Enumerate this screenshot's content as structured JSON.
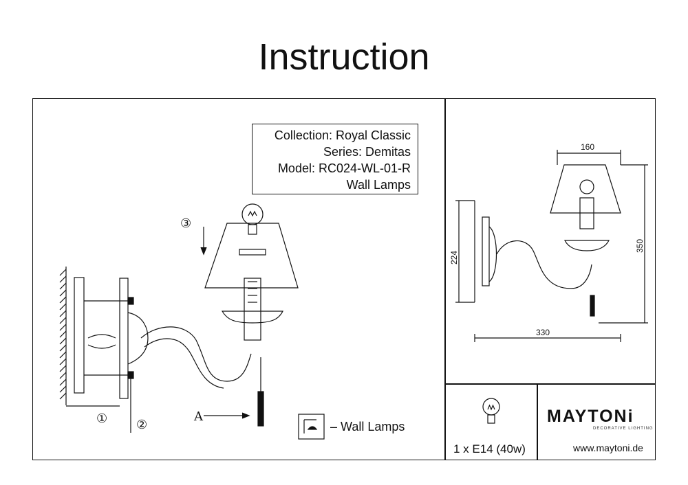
{
  "header": {
    "title": "Instruction"
  },
  "info": {
    "collection": "Collection: Royal Classic",
    "series": "Series: Demitas",
    "model": "Model: RC024-WL-01-R",
    "type": "Wall Lamps"
  },
  "legend": {
    "text": "– Wall Lamps"
  },
  "steps": {
    "one": "①",
    "two": "②",
    "three": "③",
    "a": "A"
  },
  "dimensions": {
    "shade_width": "160",
    "wall_height": "224",
    "total_height": "350",
    "depth": "330"
  },
  "bulb": {
    "spec": "1 x E14 (40w)"
  },
  "brand": {
    "name": "MAYTONi",
    "tagline": "DECORATIVE LIGHTING",
    "website": "www.maytoni.de"
  }
}
